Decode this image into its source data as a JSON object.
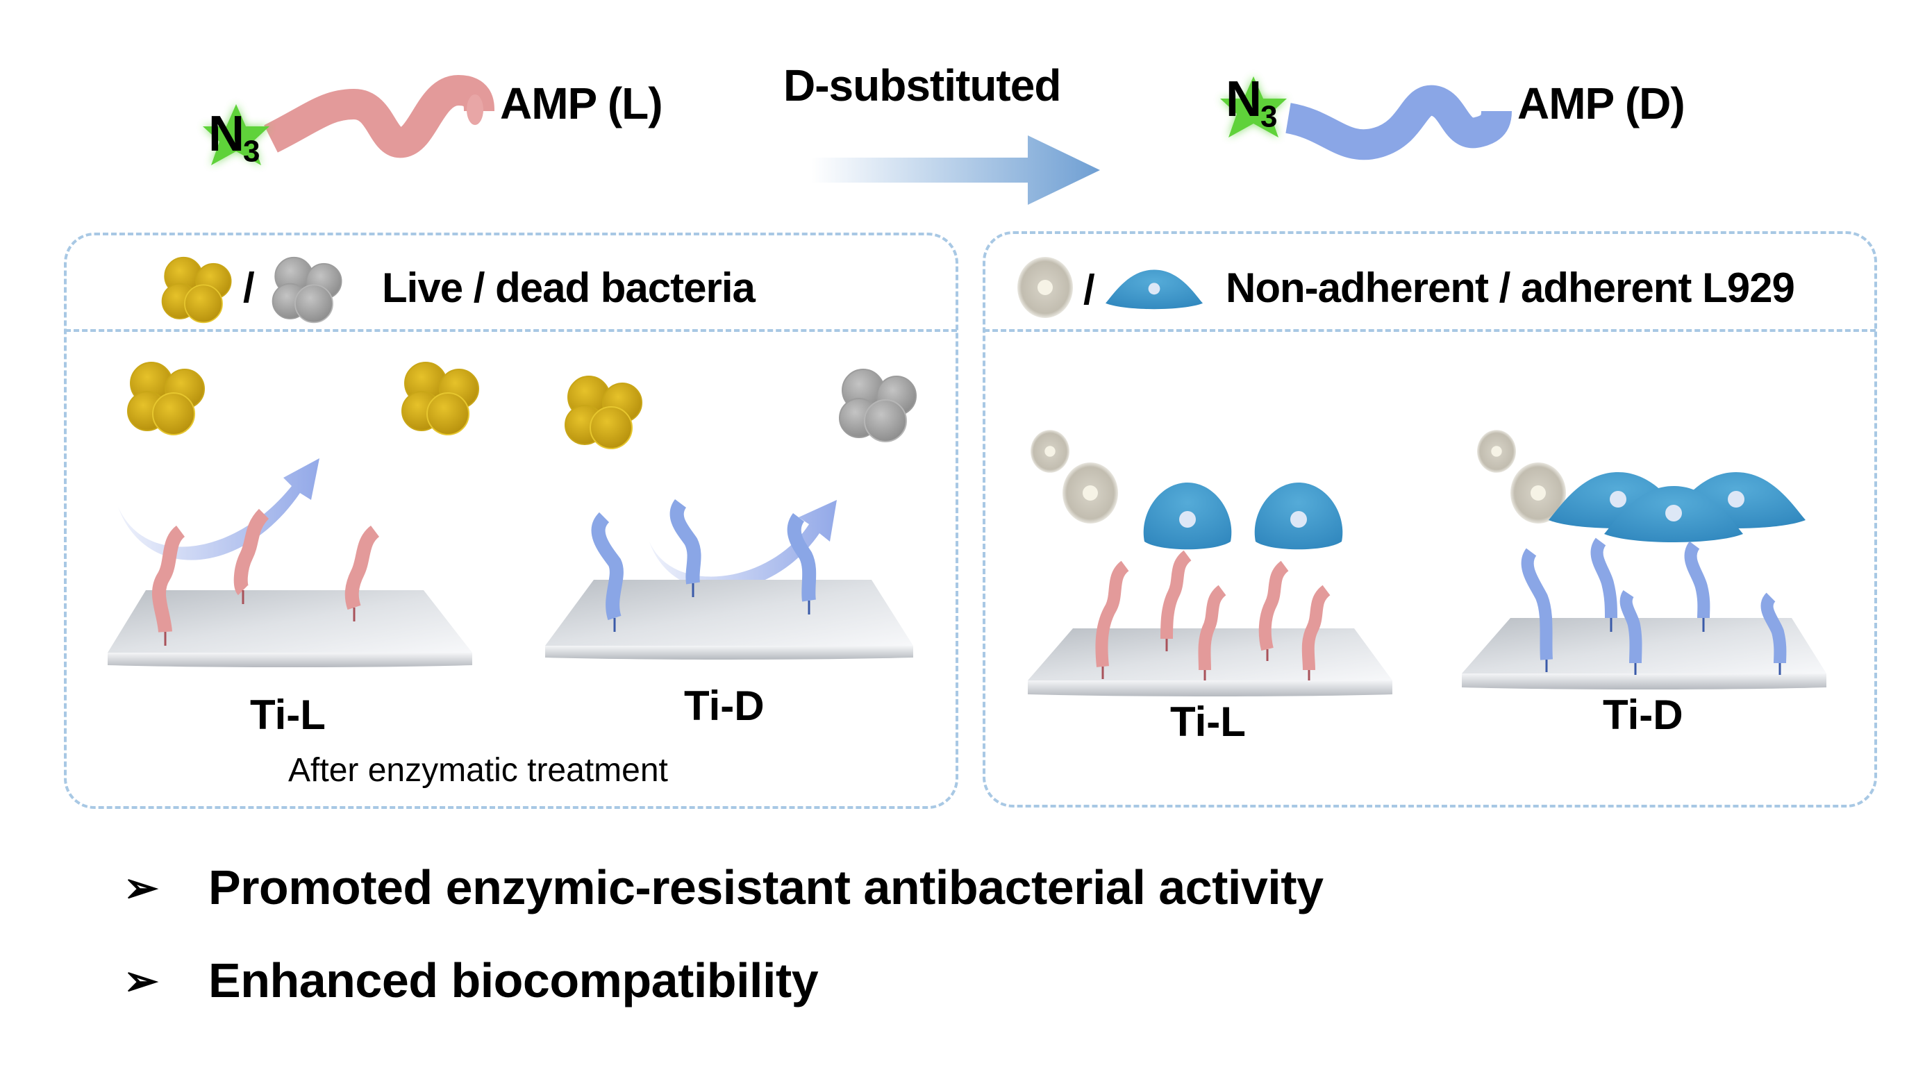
{
  "header": {
    "amp_l": {
      "azide_label": "N",
      "azide_subscript": "3",
      "label": "AMP (L)",
      "peptide_color": "#e39a9a"
    },
    "transition_label": "D-substituted",
    "amp_d": {
      "azide_label": "N",
      "azide_subscript": "3",
      "label": "AMP (D)",
      "peptide_color": "#8aa6e6"
    },
    "azide_color": "#5fd23a",
    "arrow_color": "#7ea9d6"
  },
  "panels": {
    "antibacterial": {
      "legend": {
        "separator": "/",
        "label": "Live / dead  bacteria",
        "live_color": "#d4b01e",
        "dead_color": "#a6a6a6"
      },
      "samples": [
        {
          "label": "Ti-L",
          "outcome": "live"
        },
        {
          "label": "Ti-D",
          "outcome": "dead"
        }
      ],
      "note": "After enzymatic treatment"
    },
    "biocompatibility": {
      "legend": {
        "separator": "/",
        "label": "Non-adherent / adherent L929",
        "nonadherent_color": "#c7c3b6",
        "adherent_color": "#3d94c8"
      },
      "samples": [
        {
          "label": "Ti-L",
          "outcome": "non-adherent"
        },
        {
          "label": "Ti-D",
          "outcome": "adherent"
        }
      ]
    },
    "border_color": "#a8c8e4"
  },
  "conclusions": [
    {
      "marker": "➢",
      "text": "Promoted enzymic-resistant antibacterial activity"
    },
    {
      "marker": "➢",
      "text": "Enhanced biocompatibility"
    }
  ]
}
